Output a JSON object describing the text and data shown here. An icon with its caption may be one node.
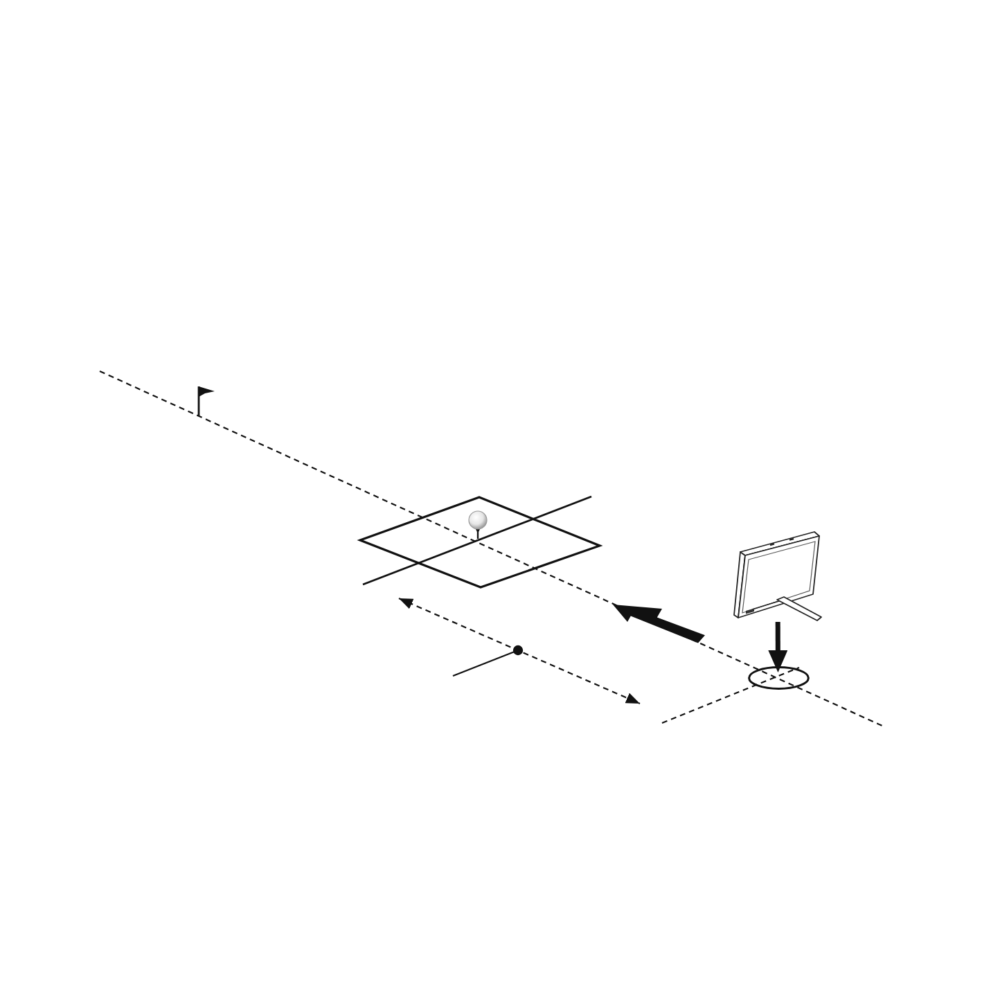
{
  "diagram": {
    "nodes": [
      {
        "text": [],
        "shape": "picture"
      },
      {
        "text": [],
        "shape": "ellipse"
      }
    ],
    "edges": [
      {
        "from": 0,
        "to": 1,
        "arrow": "to"
      }
    ]
  }
}
